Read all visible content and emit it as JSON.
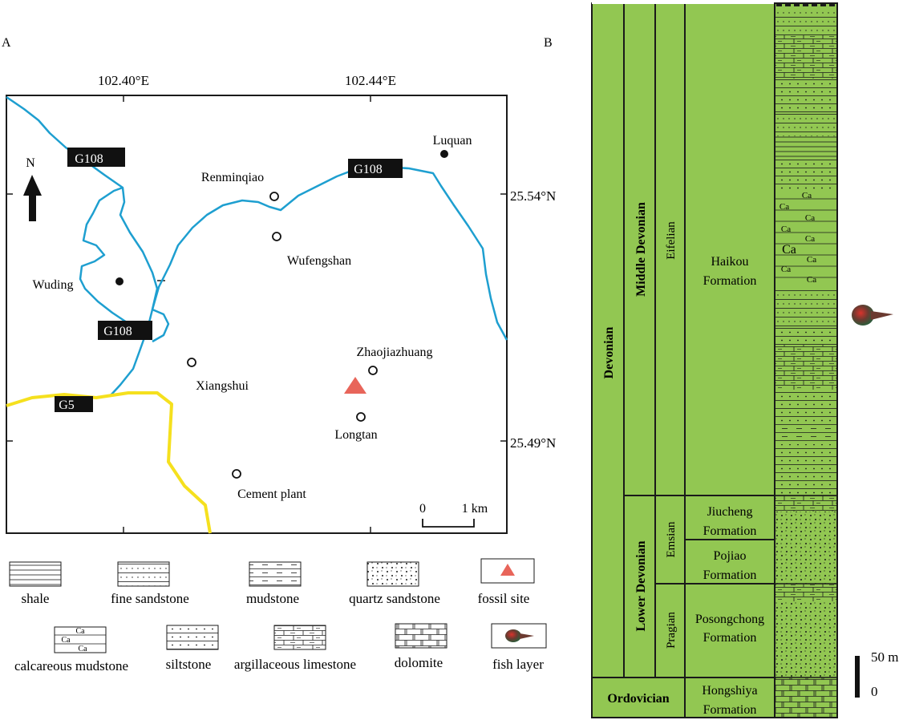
{
  "panels": {
    "a": "A",
    "b": "B"
  },
  "map": {
    "longitudes": [
      "102.40°E",
      "102.44°E"
    ],
    "latitudes": [
      "25.54°N",
      "25.49°N"
    ],
    "north": "N",
    "roads": {
      "g108_a": "G108",
      "g108_b": "G108",
      "g108_c": "G108",
      "g5": "G5"
    },
    "places": {
      "luquan": "Luquan",
      "renminqiao": "Renminqiao",
      "wufengshan": "Wufengshan",
      "wuding": "Wuding",
      "xiangshui": "Xiangshui",
      "zhaojiazhuang": "Zhaojiazhuang",
      "longtan": "Longtan",
      "cement_plant": "Cement plant"
    },
    "scalebar": {
      "zero": "0",
      "one": "1 km"
    }
  },
  "legend": {
    "shale": "shale",
    "fine_sandstone": "fine sandstone",
    "mudstone": "mudstone",
    "quartz_sandstone": "quartz sandstone",
    "fossil_site": "fossil site",
    "calcareous_mudstone": "calcareous mudstone",
    "siltstone": "siltstone",
    "argillaceous_limestone": "argillaceous limestone",
    "dolomite": "dolomite",
    "fish_layer": "fish layer",
    "ca": "Ca"
  },
  "column": {
    "system_devonian": "Devonian",
    "system_ordovician": "Ordovician",
    "series_middle": "Middle Devonian",
    "series_lower": "Lower Devonian",
    "stage_eifelian": "Eifelian",
    "stage_emsian": "Emsian",
    "stage_pragian": "Pragian",
    "haikou": [
      "Haikou",
      "Formation"
    ],
    "jiucheng": [
      "Jiucheng",
      "Formation"
    ],
    "pojiao": [
      "Pojiao",
      "Formation"
    ],
    "posongchong": [
      "Posongchong",
      "Formation"
    ],
    "hongshiya": [
      "Hongshiya",
      "Formation"
    ],
    "ca": "Ca",
    "scale": {
      "top": "50 m",
      "bottom": "0"
    }
  },
  "colors": {
    "green": "#92c752",
    "river": "#1e9fd0",
    "g5": "#f5e01e",
    "fossil": "#e8655a",
    "ink": "#1a1a1a"
  }
}
